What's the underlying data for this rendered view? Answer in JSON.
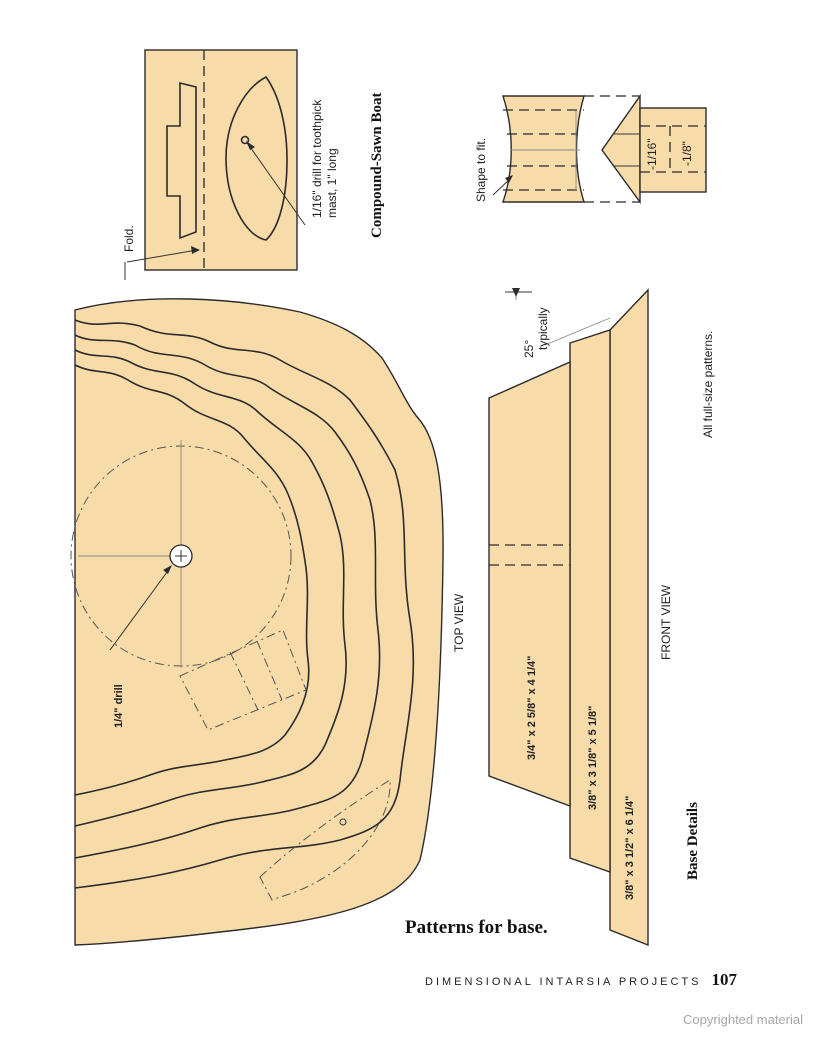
{
  "labels": {
    "fold": "Fold.",
    "drill_toothpick_line1": "1/16\" drill for toothpick",
    "drill_toothpick_line2": "mast, 1\" long",
    "compound_sawn_boat": "Compound-Sawn Boat",
    "shape_to_fit": "Shape to fit.",
    "dim_1_16": "-1/16\"",
    "dim_1_8": "-1/8\"",
    "angle": "25°",
    "typically": "typically",
    "all_full_size": "All full-size patterns.",
    "drill_quarter": "1/4\" drill",
    "top_view": "TOP VIEW",
    "front_view": "FRONT VIEW",
    "board_1": "3/4\" x 2 5/8\" x 4 1/4\"",
    "board_2": "3/8\" x 3 1/8\" x 5 1/8\"",
    "board_3": "3/8\" x 3 1/2\" x 6 1/4\"",
    "base_details": "Base Details",
    "patterns_for_base": "Patterns for base."
  },
  "footer": {
    "book_title": "DIMENSIONAL INTARSIA PROJECTS",
    "page_number": "107"
  },
  "copyright": "Copyrighted material",
  "colors": {
    "wood": "#f7dcaa",
    "line": "#2b2b2b"
  }
}
